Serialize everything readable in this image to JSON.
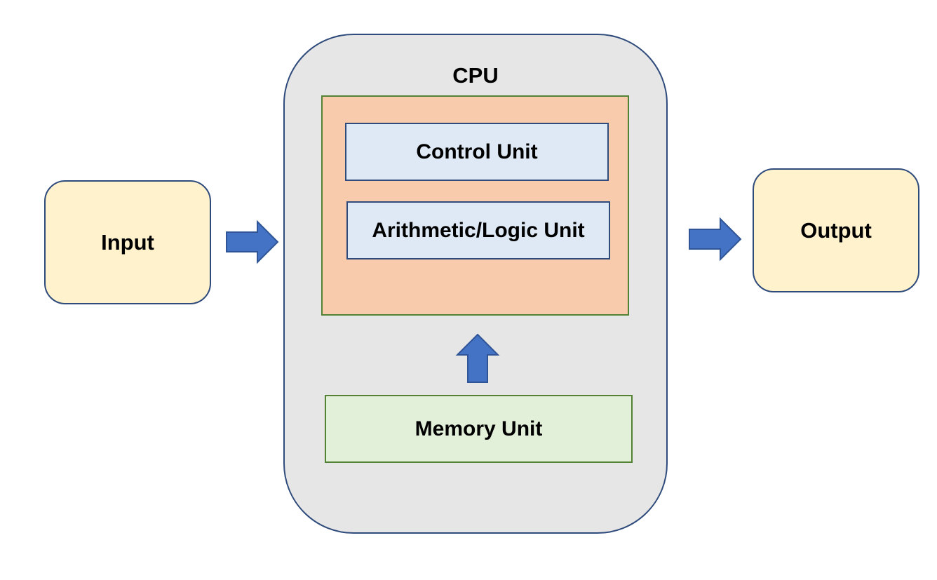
{
  "diagram": {
    "input": {
      "label": "Input"
    },
    "cpu": {
      "title": "CPU",
      "control_unit": {
        "label": "Control Unit"
      },
      "alu": {
        "label": "Arithmetic/Logic Unit"
      },
      "memory_unit": {
        "label": "Memory Unit"
      }
    },
    "output": {
      "label": "Output"
    }
  },
  "colors": {
    "arrow_fill": "#4472c4",
    "io_fill": "#fff2cc",
    "cpu_fill": "#e6e6e6",
    "processor_fill": "#f8cbad",
    "unit_fill": "#dee9f5",
    "memory_fill": "#e2efd9",
    "blue_border": "#2f4b7c",
    "green_border": "#548235"
  }
}
